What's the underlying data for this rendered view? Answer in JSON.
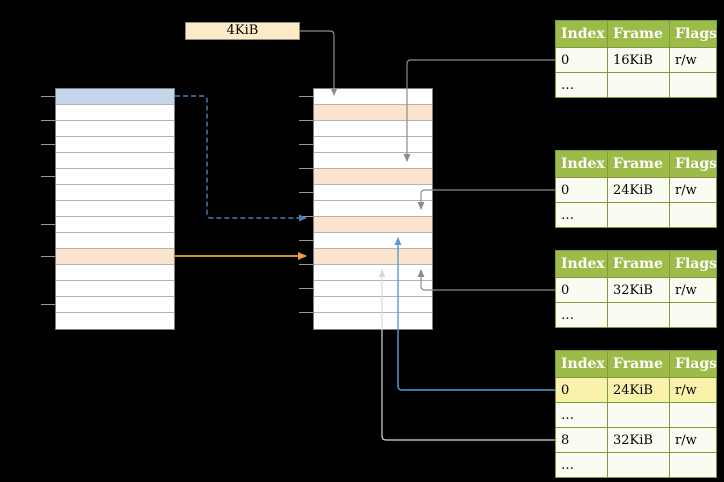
{
  "page_size_box": {
    "label": "4KiB"
  },
  "virtual_memory_column": {
    "row_count": 15,
    "blue_rows": [
      0
    ],
    "orange_rows": [
      10
    ],
    "tick_ys": [
      96,
      120,
      144,
      176,
      224,
      256,
      304
    ]
  },
  "physical_memory_column": {
    "row_count": 15,
    "blue_rows": [],
    "orange_rows": [
      1,
      5,
      8,
      10
    ],
    "tick_ys": [
      96,
      120,
      144,
      168,
      192,
      216,
      240,
      264,
      288,
      312
    ]
  },
  "page_tables": [
    {
      "name": "page-table-1",
      "headers": [
        "Index",
        "Frame",
        "Flags"
      ],
      "rows": [
        {
          "cells": [
            "0",
            "16KiB",
            "r/w"
          ],
          "highlighted": false
        },
        {
          "cells": [
            "…",
            "",
            ""
          ],
          "highlighted": false
        }
      ]
    },
    {
      "name": "page-table-2",
      "headers": [
        "Index",
        "Frame",
        "Flags"
      ],
      "rows": [
        {
          "cells": [
            "0",
            "24KiB",
            "r/w"
          ],
          "highlighted": false
        },
        {
          "cells": [
            "…",
            "",
            ""
          ],
          "highlighted": false
        }
      ]
    },
    {
      "name": "page-table-3",
      "headers": [
        "Index",
        "Frame",
        "Flags"
      ],
      "rows": [
        {
          "cells": [
            "0",
            "32KiB",
            "r/w"
          ],
          "highlighted": false
        },
        {
          "cells": [
            "…",
            "",
            ""
          ],
          "highlighted": false
        }
      ]
    },
    {
      "name": "page-table-4",
      "headers": [
        "Index",
        "Frame",
        "Flags"
      ],
      "rows": [
        {
          "cells": [
            "0",
            "24KiB",
            "r/w"
          ],
          "highlighted": true
        },
        {
          "cells": [
            "…",
            "",
            ""
          ],
          "highlighted": false
        },
        {
          "cells": [
            "8",
            "32KiB",
            "r/w"
          ],
          "highlighted": false
        },
        {
          "cells": [
            "…",
            "",
            ""
          ],
          "highlighted": false
        }
      ]
    }
  ],
  "colors": {
    "background": "#000000",
    "cell_fill": "#ffffff",
    "blue_highlight": "#c5d5eb",
    "orange_highlight": "#fbe3cd",
    "page_size_fill": "#fdeac6",
    "table_header_bg": "#9dbb49",
    "table_header_text": "#ffffff",
    "table_border": "#7f9c3a",
    "table_cell_bg": "#fbfcf1",
    "table_highlight_bg": "#f8f2ab",
    "arrow_gray": "#8c8c8c",
    "arrow_blue": "#5b9bd5",
    "arrow_dashed_blue": "#4a7ebb",
    "arrow_orange": "#e9a13b",
    "arrow_light": "#d9d9d9"
  }
}
